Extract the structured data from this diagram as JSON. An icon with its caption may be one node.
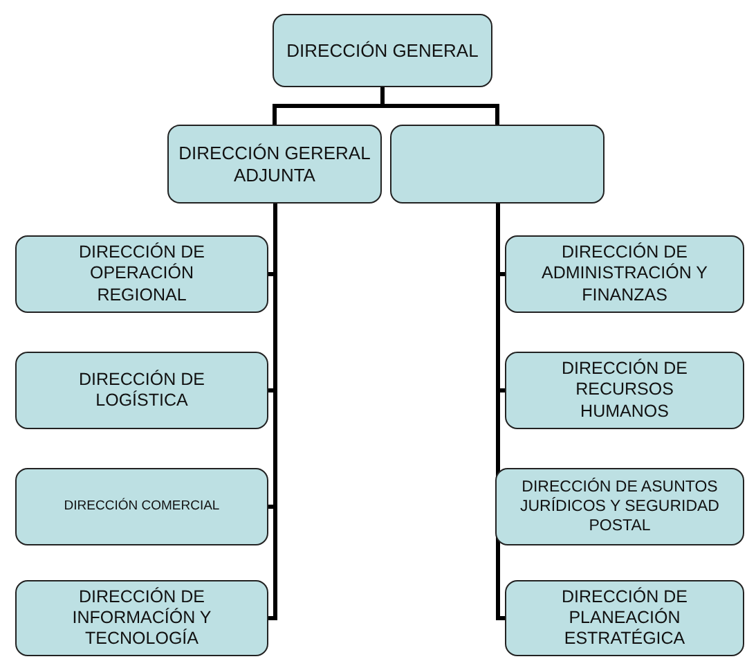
{
  "diagram": {
    "nodes": [
      {
        "text": [
          "DIRECCIÓN GENERAL"
        ]
      },
      {
        "text": [
          "DIRECCIÓN GERERAL ADJUNTA"
        ]
      },
      {
        "text": [],
        "shape": "box"
      },
      {
        "text": [
          "DIRECCIÓN DE OPERACIÓN REGIONAL"
        ]
      },
      {
        "text": [
          "DIRECCIÓN DE LOGÍSTICA"
        ]
      },
      {
        "text": [
          "DIRECCIÓN COMERCIAL"
        ]
      },
      {
        "text": [
          "DIRECCIÓN DE INFORMACÍÓN Y TECNOLOGÍA"
        ]
      },
      {
        "text": [
          "DIRECCIÓN DE ADMINISTRACIÓN Y FINANZAS"
        ]
      },
      {
        "text": [
          "DIRECCIÓN DE RECURSOS HUMANOS"
        ]
      },
      {
        "text": [
          "DIRECCIÓN DE ASUNTOS JURÍDICOS Y SEGURIDAD POSTAL"
        ]
      },
      {
        "text": [
          "DIRECCIÓN DE PLANEACIÓN ESTRATÉGICA"
        ]
      }
    ],
    "edges": [
      {
        "from": 0,
        "to": 1,
        "arrow": "none"
      },
      {
        "from": 0,
        "to": 2,
        "arrow": "none"
      },
      {
        "from": 1,
        "to": 3,
        "arrow": "none"
      },
      {
        "from": 1,
        "to": 4,
        "arrow": "none"
      },
      {
        "from": 1,
        "to": 5,
        "arrow": "none"
      },
      {
        "from": 1,
        "to": 6,
        "arrow": "none"
      },
      {
        "from": 2,
        "to": 7,
        "arrow": "none"
      },
      {
        "from": 2,
        "to": 8,
        "arrow": "none"
      },
      {
        "from": 2,
        "to": 9,
        "arrow": "none"
      },
      {
        "from": 2,
        "to": 10,
        "arrow": "none"
      }
    ]
  }
}
